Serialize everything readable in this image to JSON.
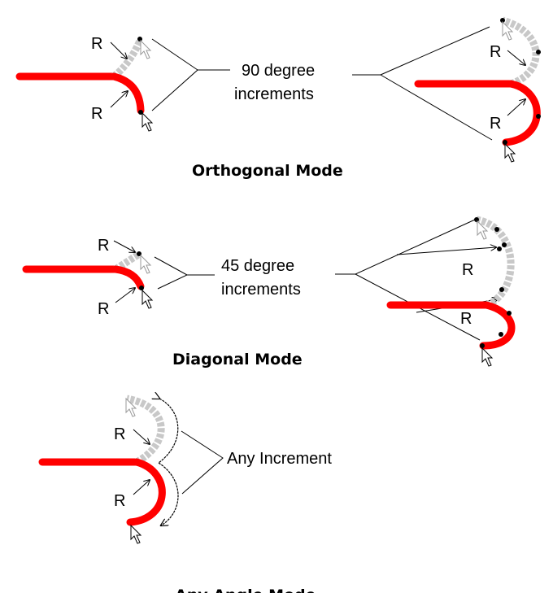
{
  "colors": {
    "track": "#ff0000",
    "ghost": "#c8c8c8",
    "line": "#000000"
  },
  "orthogonal": {
    "title": "Orthogonal Mode",
    "increment_line1": "90 degree",
    "increment_line2": "increments",
    "radius_label": "R"
  },
  "diagonal": {
    "title": "Diagonal Mode",
    "increment_line1": "45 degree",
    "increment_line2": "increments",
    "radius_label": "R"
  },
  "any_angle": {
    "title": "Any Angle Mode",
    "increment_label": "Any Increment",
    "radius_label": "R"
  },
  "icons": [
    "cursor-arrow-icon",
    "vertex-dot-icon"
  ]
}
